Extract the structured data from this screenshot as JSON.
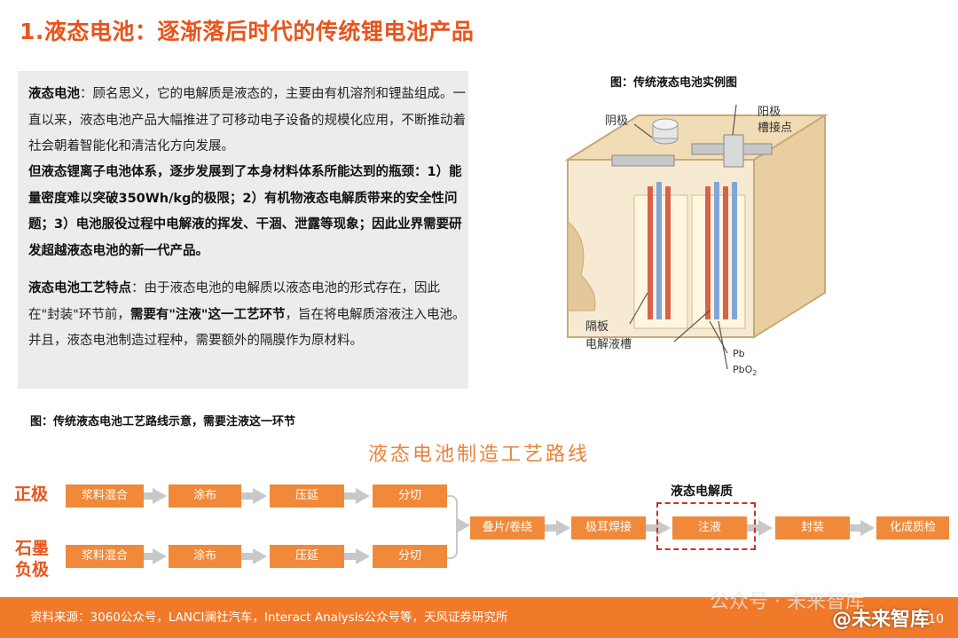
{
  "title": "1.液态电池：逐渐落后时代的传统锂电池产品",
  "text": {
    "p1_bold": "液态电池",
    "p1_rest": "：顾名思义，它的电解质是液态的，主要由有机溶剂和锂盐组成。一直以来，液态电池产品大幅推进了可移动电子设备的规模化应用，不断推动着社会朝着智能化和清洁化方向发展。",
    "p2_bold": "但液态锂离子电池体系，逐步发展到了本身材料体系所能达到的瓶颈：1）能量密度难以突破350Wh/kg的极限；2）有机物液态电解质带来的安全性问题；3）电池服役过程中电解液的挥发、干涸、泄露等现象；因此业界需要研发超越液态电池的新一代产品。",
    "p3_bold": "液态电池工艺特点",
    "p3_a": "：由于液态电池的电解质以液态电池的形式存在，因此在\"封装\"环节前，",
    "p3_b": "需要有\"注液\"这一工艺环节",
    "p3_c": "，旨在将电解质溶液注入电池。并且，液态电池制造过程种，需要额外的隔膜作为原材料。"
  },
  "captions": {
    "right": "图：传统液态电池实例图",
    "bottom": "图：传统液态电池工艺路线示意，需要注液这一环节"
  },
  "battery_labels": {
    "cathode": "阴极",
    "anode": "阳极",
    "anode2": "槽接点",
    "separator": "隔板",
    "tank": "电解液槽",
    "pb": "Pb",
    "pbo2": "PbO",
    "pbo2_sub": "2"
  },
  "flow": {
    "title": "液态电池制造工艺路线",
    "positive_label": "正极",
    "negative_label": "石墨负极",
    "positive_steps": [
      "浆料混合",
      "涂布",
      "压延",
      "分切"
    ],
    "negative_steps": [
      "浆料混合",
      "涂布",
      "压延",
      "分切"
    ],
    "common_steps": [
      "叠片/卷绕",
      "极耳焊接",
      "注液",
      "封装",
      "化成质检"
    ],
    "electrolyte_label": "液态电解质"
  },
  "footer": {
    "source": "资料来源：3060公众号，LANCI澜社汽车，Interact Analysis公众号等，天风证券研究所",
    "watermark1": "公众号 · 未来智库",
    "watermark2": "@未来智库",
    "page": "10"
  },
  "colors": {
    "accent": "#e8541c",
    "box": "#f08a3a",
    "footer": "#f07a2a",
    "dashed": "#d0302a"
  }
}
